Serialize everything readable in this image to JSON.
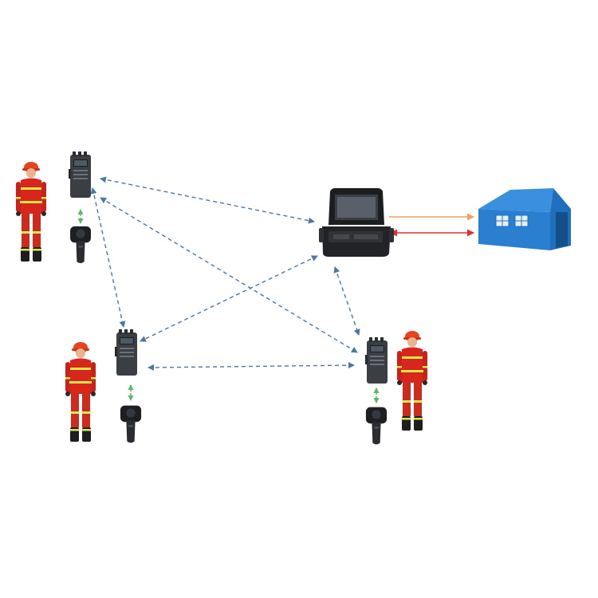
{
  "diagram": {
    "nodes": [
      {
        "id": "firefighter-1",
        "kind": "firefighter"
      },
      {
        "id": "radio-1",
        "kind": "handheld-radio"
      },
      {
        "id": "camera-1",
        "kind": "thermal-camera"
      },
      {
        "id": "firefighter-2",
        "kind": "firefighter"
      },
      {
        "id": "radio-2",
        "kind": "handheld-radio"
      },
      {
        "id": "camera-2",
        "kind": "thermal-camera"
      },
      {
        "id": "firefighter-3",
        "kind": "firefighter"
      },
      {
        "id": "radio-3",
        "kind": "handheld-radio"
      },
      {
        "id": "camera-3",
        "kind": "thermal-camera"
      },
      {
        "id": "base-station",
        "kind": "portable-case-console"
      },
      {
        "id": "command-tent",
        "kind": "command-tent"
      }
    ],
    "links": [
      {
        "from": "radio-1",
        "to": "base-station",
        "style": "dashed",
        "direction": "both"
      },
      {
        "from": "radio-1",
        "to": "radio-3",
        "style": "dashed",
        "direction": "both"
      },
      {
        "from": "radio-1",
        "to": "radio-2",
        "style": "dashed",
        "direction": "both"
      },
      {
        "from": "base-station",
        "to": "radio-2",
        "style": "dashed",
        "direction": "both"
      },
      {
        "from": "base-station",
        "to": "radio-3",
        "style": "dashed",
        "direction": "both"
      },
      {
        "from": "radio-2",
        "to": "radio-3",
        "style": "dashed",
        "direction": "both"
      },
      {
        "from": "radio-1",
        "to": "camera-1",
        "style": "dashed",
        "direction": "both"
      },
      {
        "from": "radio-2",
        "to": "camera-2",
        "style": "dashed",
        "direction": "both"
      },
      {
        "from": "radio-3",
        "to": "camera-3",
        "style": "dashed",
        "direction": "both"
      },
      {
        "from": "base-station",
        "to": "command-tent",
        "style": "solid",
        "direction": "forward"
      },
      {
        "from": "command-tent",
        "to": "base-station",
        "style": "solid",
        "direction": "forward"
      }
    ],
    "colors": {
      "wireless_link": "#4a78a8",
      "device_link": "#5cb85c",
      "uplink": "#f0a060",
      "downlink": "#e03030",
      "suit": "#d9261c",
      "reflective": "#d6e84a",
      "tent": "#2a7fd1"
    }
  }
}
